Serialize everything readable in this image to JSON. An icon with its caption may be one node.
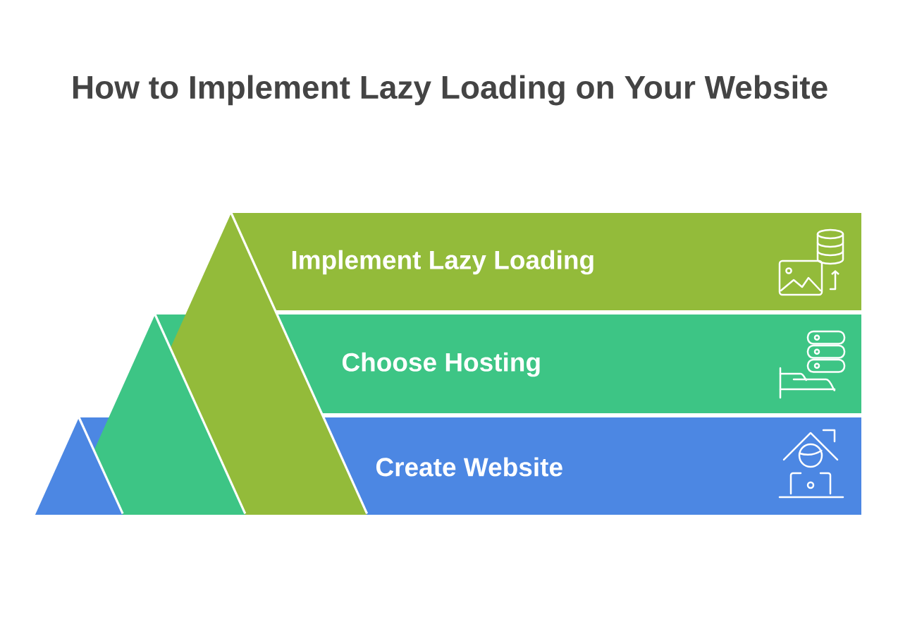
{
  "diagram": {
    "title": "How to Implement Lazy Loading on Your Website",
    "nodes": [
      {
        "text": [
          "Implement Lazy Loading"
        ]
      },
      {
        "text": [
          "Choose Hosting"
        ]
      },
      {
        "text": [
          "Create Website"
        ]
      }
    ]
  }
}
